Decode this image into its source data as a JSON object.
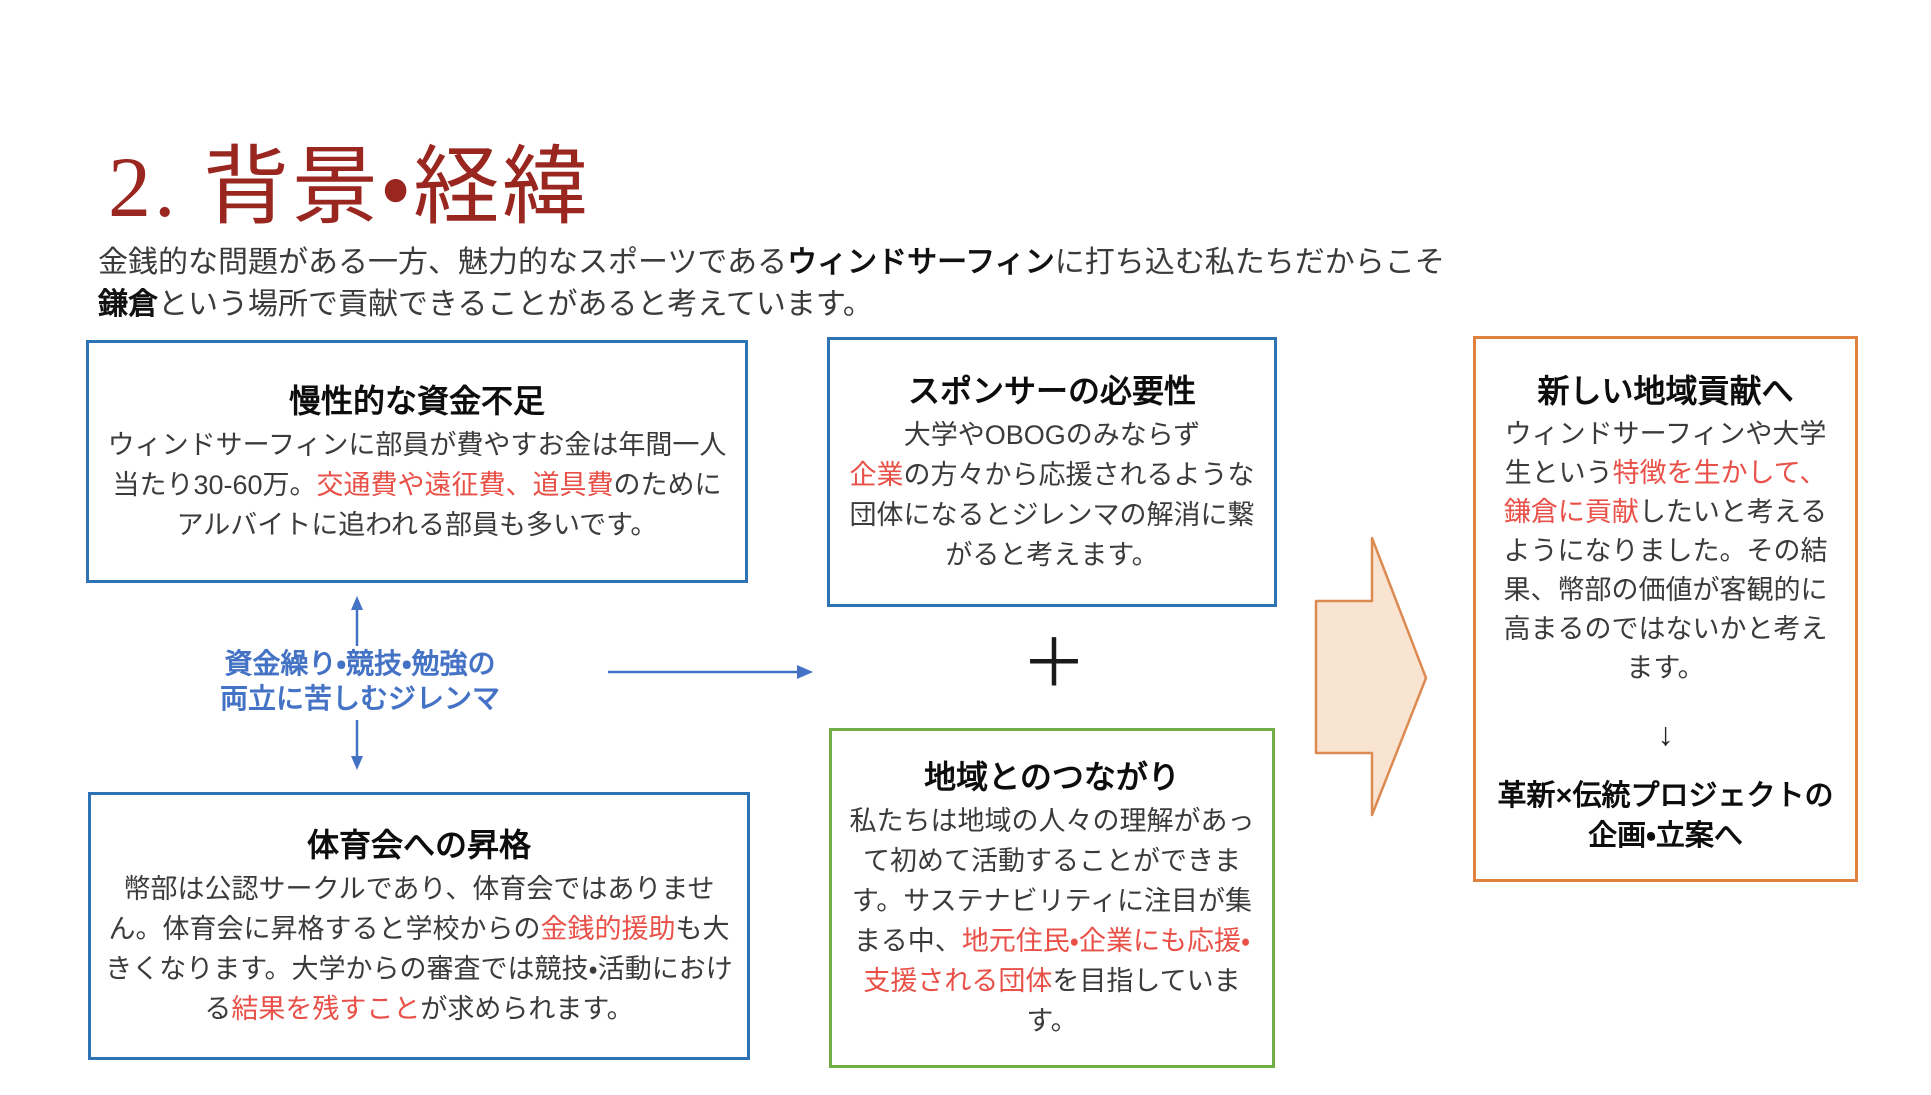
{
  "colors": {
    "title_red": "#9A2620",
    "box_blue_border": "#2E74B5",
    "dilemma_text_blue": "#4472C4",
    "box_green_border": "#70AD47",
    "box_orange_border": "#E0823F",
    "block_arrow_fill": "#F9E4D2",
    "block_arrow_stroke": "#DD8A52",
    "emphasis_red": "#E85048"
  },
  "title": "2. 背景・経緯",
  "intro": {
    "segments": [
      {
        "text": "金銭的な問題がある一方、魅力的なスポーツである"
      },
      {
        "text": "ウィンドサーフィン",
        "style": "bold"
      },
      {
        "text": "に打ち込む私たちだからこそ"
      },
      {
        "br": true
      },
      {
        "text": "鎌倉",
        "style": "bold"
      },
      {
        "text": "という場所で貢献できることがあると考えています。"
      }
    ]
  },
  "boxes": {
    "funding": {
      "title": "慢性的な資金不足",
      "body": [
        {
          "text": "ウィンドサーフィンに部員が費やすお金は年間一人当たり30-60万。"
        },
        {
          "text": "交通費や遠征費、道具費",
          "style": "red"
        },
        {
          "text": "のためにアルバイトに追われる部員も多いです。"
        }
      ]
    },
    "sponsor": {
      "title": "スポンサーの必要性",
      "body": [
        {
          "text": "大学やOBOGのみならず"
        },
        {
          "br": true
        },
        {
          "text": "企業",
          "style": "red"
        },
        {
          "text": "の方々から応援されるような団体になるとジレンマの解消に繋がると考えます。"
        }
      ]
    },
    "promotion": {
      "title": "体育会への昇格",
      "body": [
        {
          "text": "幣部は公認サークルであり、体育会ではありません。体育会に昇格すると学校からの"
        },
        {
          "text": "金銭的援助",
          "style": "red"
        },
        {
          "text": "も大きくなります。大学からの審査では競技・活動における"
        },
        {
          "text": "結果を残すこと",
          "style": "red"
        },
        {
          "text": "が求められます。"
        }
      ]
    },
    "community": {
      "title": "地域とのつながり",
      "body": [
        {
          "text": "私たちは地域の人々の理解があって初めて活動することができます。サステナビリティに注目が集まる中、"
        },
        {
          "text": "地元住民・企業にも応援・支援される団体",
          "style": "red"
        },
        {
          "text": "を目指しています。"
        }
      ]
    },
    "contribution": {
      "title": "新しい地域貢献へ",
      "body": [
        {
          "text": "ウィンドサーフィンや大学生という"
        },
        {
          "text": "特徴を生かして、鎌倉に貢献",
          "style": "red"
        },
        {
          "text": "したいと考えるようになりました。その結果、幣部の価値が客観的に高まるのではないかと考えます。"
        }
      ],
      "arrow_glyph": "↓",
      "conclusion_segments": [
        {
          "text": "革新×伝統プロジェクトの"
        },
        {
          "br": true
        },
        {
          "text": "企画・立案へ"
        }
      ]
    }
  },
  "dilemma": {
    "lines": [
      "資金繰り・競技・勉強の",
      "両立に苦しむジレンマ"
    ]
  },
  "plus_sign": "＋"
}
